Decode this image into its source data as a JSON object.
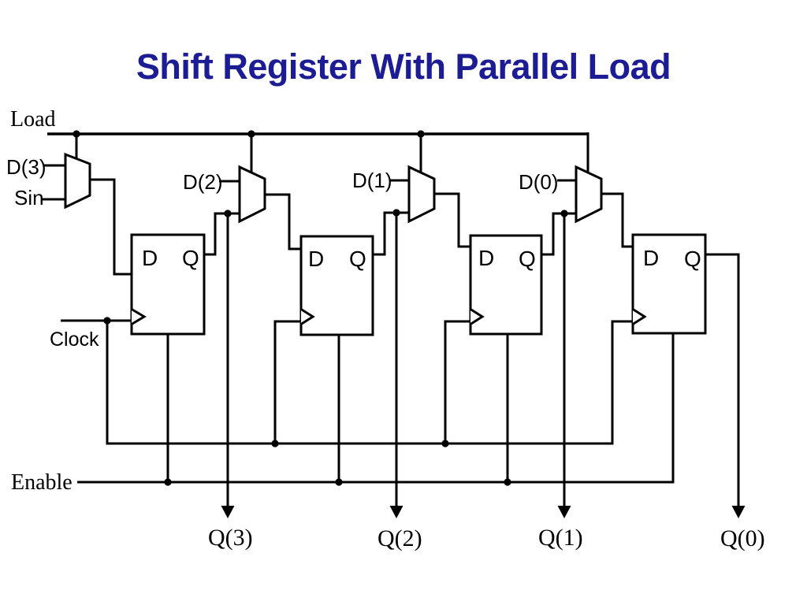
{
  "slide": {
    "title": "Shift Register With Parallel Load",
    "title_color": "#1c1c94",
    "background_color": "#ffffff"
  },
  "diagram": {
    "type": "logic-circuit-schematic",
    "wire_color": "#000000",
    "labels": {
      "load": "Load",
      "serial_in": "Sin",
      "clock": "Clock",
      "enable": "Enable",
      "d_inputs": [
        "D(3)",
        "D(2)",
        "D(1)",
        "D(0)"
      ],
      "q_outputs": [
        "Q(3)",
        "Q(2)",
        "Q(1)",
        "Q(0)"
      ]
    },
    "flip_flops": [
      {
        "d_label": "D",
        "q_label": "Q"
      },
      {
        "d_label": "D",
        "q_label": "Q"
      },
      {
        "d_label": "D",
        "q_label": "Q"
      },
      {
        "d_label": "D",
        "q_label": "Q"
      }
    ]
  }
}
